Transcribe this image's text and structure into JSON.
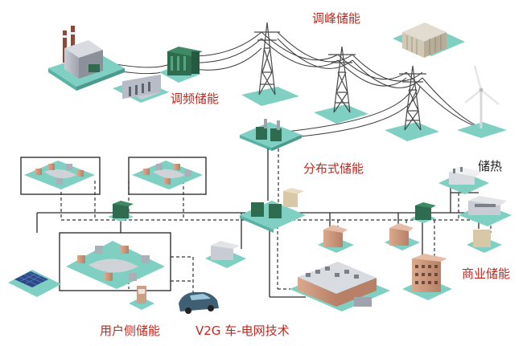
{
  "labels": {
    "peak_storage": "调峰储能",
    "freq_storage": "调频储能",
    "distributed_storage": "分布式储能",
    "heat_storage": "储热",
    "commercial_storage": "商业储能",
    "user_storage": "用户侧储能",
    "v2g": "V2G 车-电网技术"
  },
  "colors": {
    "label_red": "#c0281f",
    "label_black": "#222222",
    "tile": "#7fd0c3",
    "tile_dark": "#5ab2a5",
    "transformer": "#2e6b4f",
    "line": "#3a3a3a"
  }
}
